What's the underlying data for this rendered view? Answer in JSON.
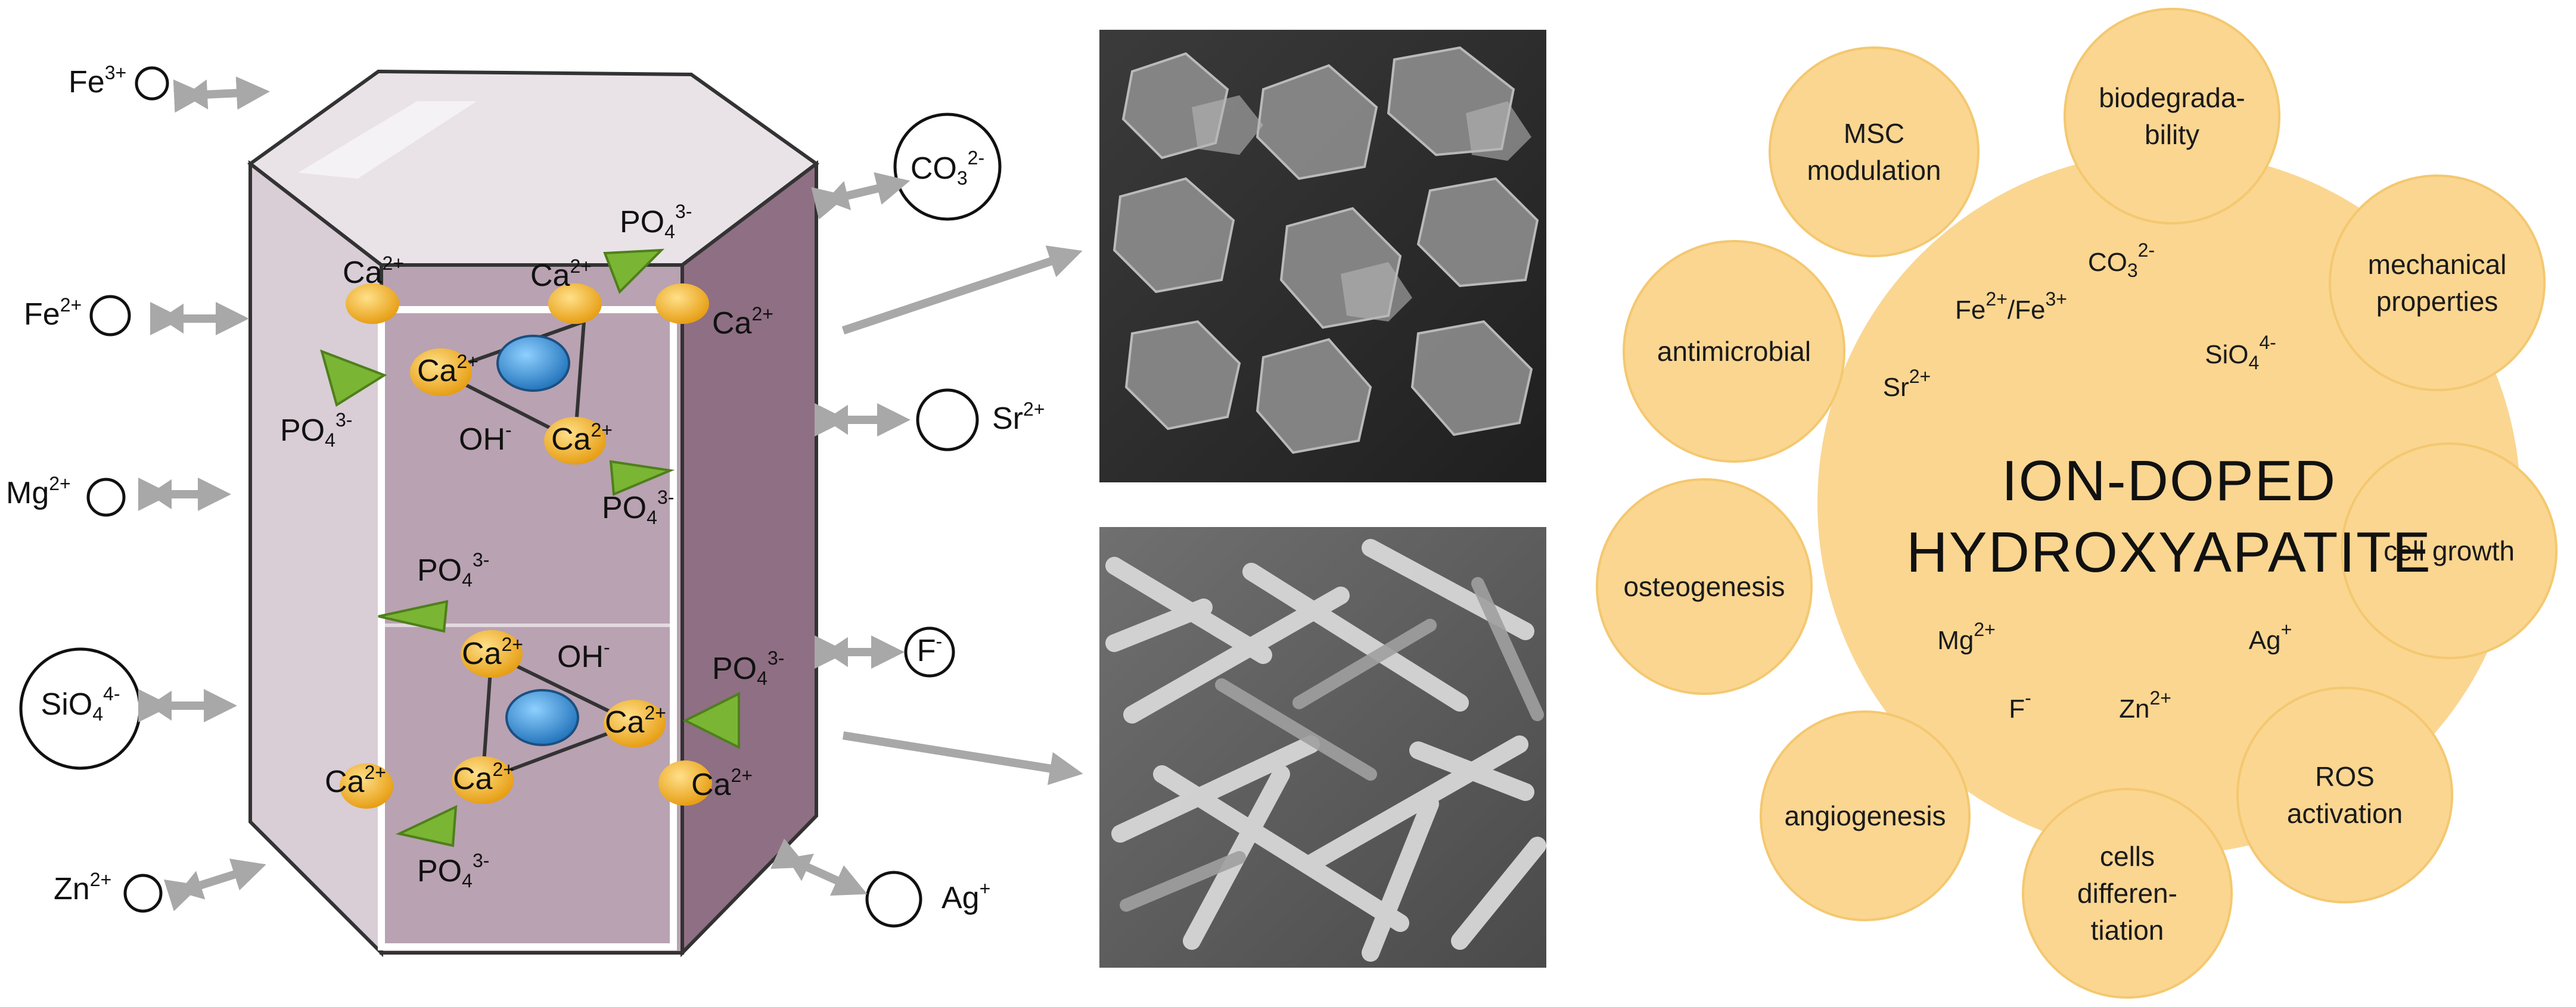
{
  "left_ions": [
    {
      "base": "Fe",
      "sup": "3+",
      "sub": ""
    },
    {
      "base": "Fe",
      "sup": "2+",
      "sub": ""
    },
    {
      "base": "Mg",
      "sup": "2+",
      "sub": ""
    },
    {
      "base": "SiO",
      "sub": "4",
      "sup": "4-"
    },
    {
      "base": "Zn",
      "sup": "2+",
      "sub": ""
    }
  ],
  "right_ions": [
    {
      "base": "CO",
      "sub": "3",
      "sup": "2-"
    },
    {
      "base": "Sr",
      "sup": "2+",
      "sub": ""
    },
    {
      "base": "F",
      "sup": "-",
      "sub": ""
    },
    {
      "base": "Ag",
      "sup": "+",
      "sub": ""
    }
  ],
  "crystal": {
    "ca": {
      "base": "Ca",
      "sup": "2+"
    },
    "po4": {
      "base": "PO",
      "sub": "4",
      "sup": "3-"
    },
    "oh": {
      "base": "OH",
      "sup": "-"
    }
  },
  "center": {
    "title_line1": "ION-DOPED",
    "title_line2": "HYDROXYAPATITE",
    "ions": [
      {
        "base": "CO",
        "sub": "3",
        "sup": "2-"
      },
      {
        "base": "Fe",
        "sup": "2+",
        "mid": "/Fe",
        "sup2": "3+"
      },
      {
        "base": "SiO",
        "sub": "4",
        "sup": "4-"
      },
      {
        "base": "Sr",
        "sup": "2+"
      },
      {
        "base": "Mg",
        "sup": "2+"
      },
      {
        "base": "Ag",
        "sup": "+"
      },
      {
        "base": "F",
        "sup": "-"
      },
      {
        "base": "Zn",
        "sup": "2+"
      }
    ]
  },
  "bubbles": [
    {
      "lines": [
        "MSC",
        "modulation"
      ]
    },
    {
      "lines": [
        "biodegrada-",
        "bility"
      ]
    },
    {
      "lines": [
        "mechanical",
        "properties"
      ]
    },
    {
      "lines": [
        "cell growth"
      ]
    },
    {
      "lines": [
        "ROS",
        "activation"
      ]
    },
    {
      "lines": [
        "cells",
        "differen-",
        "tiation"
      ]
    },
    {
      "lines": [
        "angiogenesis"
      ]
    },
    {
      "lines": [
        "osteogenesis"
      ]
    },
    {
      "lines": [
        "antimicrobial"
      ]
    }
  ],
  "colors": {
    "bubble_fill": "#fad691",
    "bubble_stroke": "#f1c56e",
    "crystal_face": "#c7b6c1",
    "crystal_dark": "#8f6f84",
    "ca_ion": "#f2a81c",
    "oh_ion": "#2f8fd8",
    "po4_ion": "#7ab534",
    "arrow": "#a8a8a8"
  },
  "icons": {
    "double_arrow": "double-headed-arrow-icon",
    "arrow": "right-arrow-icon",
    "ion_circle": "ion-circle-icon"
  }
}
